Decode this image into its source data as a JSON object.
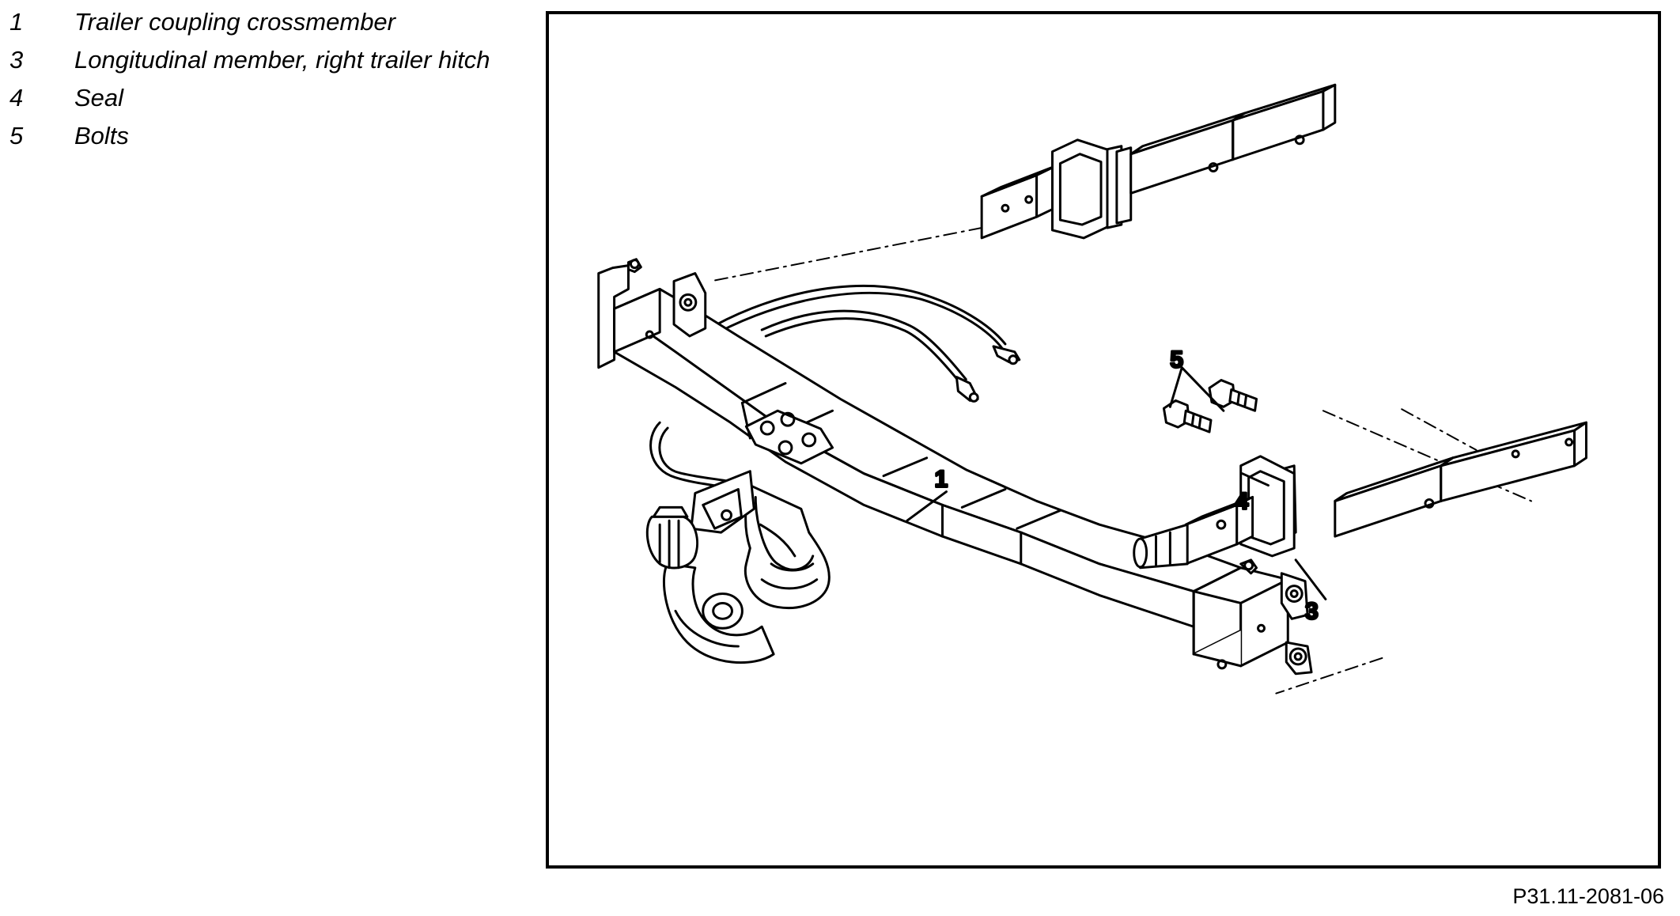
{
  "legend": [
    {
      "number": "1",
      "text": "Trailer coupling crossmember"
    },
    {
      "number": "3",
      "text": "Longitudinal member, right trailer hitch"
    },
    {
      "number": "4",
      "text": "Seal"
    },
    {
      "number": "5",
      "text": "Bolts"
    }
  ],
  "callouts": {
    "c1": "1",
    "c3": "3",
    "c4": "4",
    "c5": "5"
  },
  "figure_reference": "P31.11-2081-06"
}
